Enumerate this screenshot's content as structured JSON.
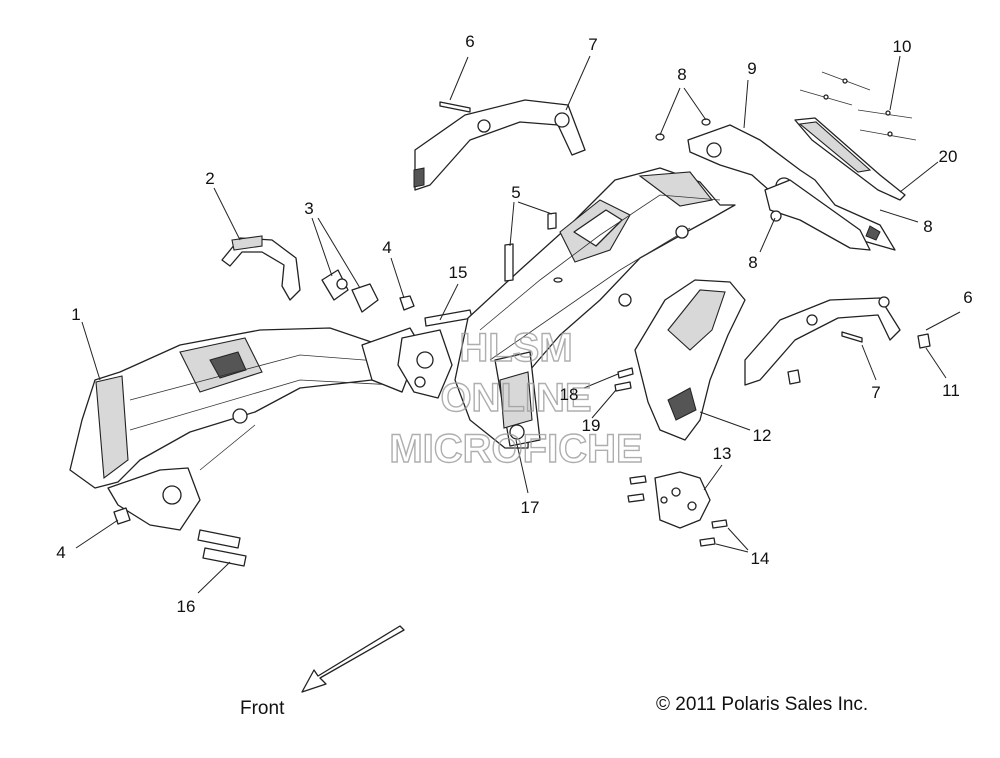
{
  "callouts": [
    {
      "id": "1",
      "label": "1"
    },
    {
      "id": "2",
      "label": "2"
    },
    {
      "id": "3",
      "label": "3"
    },
    {
      "id": "4a",
      "label": "4"
    },
    {
      "id": "4b",
      "label": "4"
    },
    {
      "id": "5",
      "label": "5"
    },
    {
      "id": "6a",
      "label": "6"
    },
    {
      "id": "6b",
      "label": "6"
    },
    {
      "id": "7a",
      "label": "7"
    },
    {
      "id": "7b",
      "label": "7"
    },
    {
      "id": "8a",
      "label": "8"
    },
    {
      "id": "8b",
      "label": "8"
    },
    {
      "id": "8c",
      "label": "8"
    },
    {
      "id": "9",
      "label": "9"
    },
    {
      "id": "10",
      "label": "10"
    },
    {
      "id": "11",
      "label": "11"
    },
    {
      "id": "12",
      "label": "12"
    },
    {
      "id": "13",
      "label": "13"
    },
    {
      "id": "14",
      "label": "14"
    },
    {
      "id": "15",
      "label": "15"
    },
    {
      "id": "16",
      "label": "16"
    },
    {
      "id": "17",
      "label": "17"
    },
    {
      "id": "18",
      "label": "18"
    },
    {
      "id": "19",
      "label": "19"
    },
    {
      "id": "20",
      "label": "20"
    }
  ],
  "watermark": {
    "line1": "HLSM",
    "line2": "ONLINE",
    "line3": "MICROFICHE"
  },
  "front_label": "Front",
  "copyright": "© 2011 Polaris Sales Inc."
}
